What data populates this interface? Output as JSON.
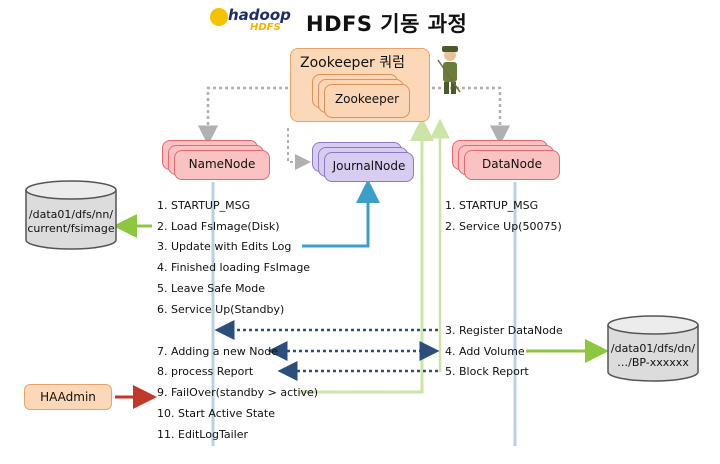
{
  "title": "HDFS 기동 과정",
  "logo": {
    "main": "hadoop",
    "sub": "HDFS"
  },
  "zookeeper": {
    "quorum_label": "Zookeeper 쿼럼",
    "node_label": "Zookeeper"
  },
  "namenode": {
    "label": "NameNode",
    "steps": [
      "1. STARTUP_MSG",
      "2. Load FsImage(Disk)",
      "3. Update with Edits Log",
      "4. Finished loading FsImage",
      "5. Leave Safe Mode",
      "6. Service Up(Standby)",
      "7. Adding a new Node",
      "8. process Report",
      "9. FailOver(standby > active)",
      "10. Start Active State",
      "11. EditLogTailer"
    ]
  },
  "journalnode": {
    "label": "JournalNode"
  },
  "datanode": {
    "label": "DataNode",
    "steps": [
      "1. STARTUP_MSG",
      "2. Service Up(50075)"
    ],
    "report_steps": [
      "3. Register DataNode",
      "4. Add Volume",
      "5. Block Report"
    ]
  },
  "storage": {
    "namenode_dir": [
      "/data01/dfs/nn/",
      "current/fsimage"
    ],
    "datanode_dir": [
      "/data01/dfs/dn/",
      "…/BP-xxxxxx"
    ]
  },
  "haadmin": {
    "label": "HAAdmin"
  },
  "colors": {
    "green": "#8dc63f",
    "blue": "#3aa0c8",
    "darkblue": "#2b4f7a",
    "red": "#c0392b",
    "gray": "#b0b0b0",
    "lightgreen": "#cde4a8"
  }
}
